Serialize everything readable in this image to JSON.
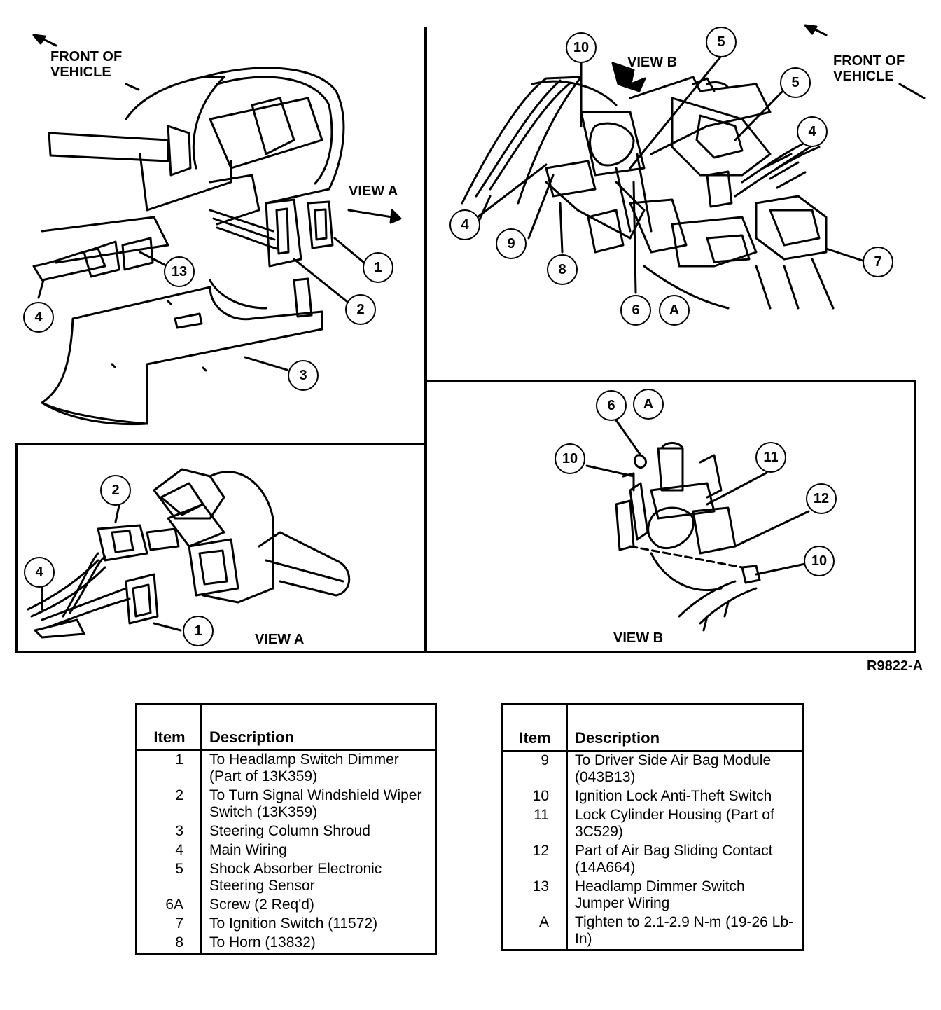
{
  "figure": {
    "code": "R9822-A",
    "front_of_vehicle": "FRONT OF\nVEHICLE",
    "view_a": "VIEW A",
    "view_b": "VIEW B"
  },
  "callouts": {
    "top_left": [
      "1",
      "2",
      "3",
      "4",
      "13"
    ],
    "top_right": [
      "10",
      "5",
      "5",
      "4",
      "4",
      "9",
      "8",
      "6",
      "A",
      "7"
    ],
    "view_a": [
      "2",
      "4",
      "1"
    ],
    "view_b": [
      "6",
      "A",
      "10",
      "11",
      "12",
      "10"
    ]
  },
  "legend_left": {
    "header_item": "Item",
    "header_description": "Description",
    "rows": [
      {
        "item": "1",
        "description": "To Headlamp Switch Dimmer (Part of 13K359)"
      },
      {
        "item": "2",
        "description": "To Turn Signal Windshield Wiper Switch (13K359)"
      },
      {
        "item": "3",
        "description": "Steering Column Shroud"
      },
      {
        "item": "4",
        "description": "Main Wiring"
      },
      {
        "item": "5",
        "description": "Shock Absorber Electronic Steering Sensor"
      },
      {
        "item": "6A",
        "description": "Screw (2 Req'd)"
      },
      {
        "item": "7",
        "description": "To Ignition Switch (11572)"
      },
      {
        "item": "8",
        "description": "To Horn (13832)"
      }
    ]
  },
  "legend_right": {
    "header_item": "Item",
    "header_description": "Description",
    "rows": [
      {
        "item": "9",
        "description": "To Driver Side Air Bag Module (043B13)"
      },
      {
        "item": "10",
        "description": "Ignition Lock Anti-Theft Switch"
      },
      {
        "item": "11",
        "description": "Lock Cylinder Housing (Part of 3C529)"
      },
      {
        "item": "12",
        "description": "Part of Air Bag Sliding Contact (14A664)"
      },
      {
        "item": "13",
        "description": "Headlamp Dimmer Switch Jumper Wiring"
      },
      {
        "item": "A",
        "description": "Tighten to 2.1-2.9 N-m (19-26 Lb-In)"
      }
    ]
  }
}
